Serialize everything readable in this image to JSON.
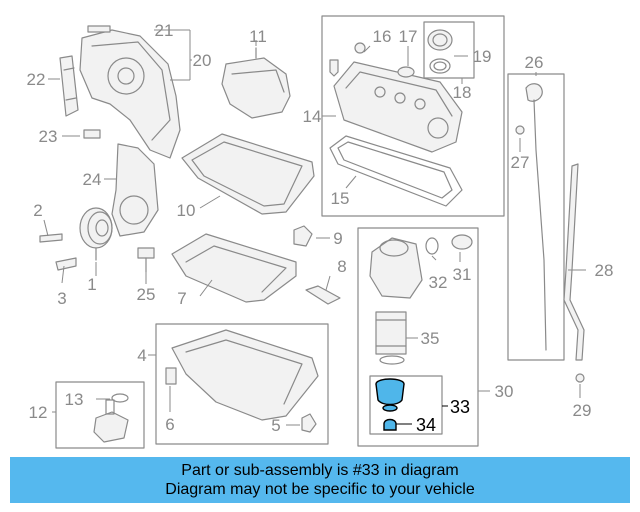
{
  "diagram": {
    "colors": {
      "line": "#8a8a8a",
      "part_fill": "#efefef",
      "highlight_fill": "#4fb6ea",
      "highlight_line": "#000000"
    },
    "callouts": [
      "1",
      "2",
      "3",
      "4",
      "5",
      "6",
      "7",
      "8",
      "9",
      "10",
      "11",
      "12",
      "13",
      "14",
      "15",
      "16",
      "17",
      "18",
      "19",
      "20",
      "21",
      "22",
      "23",
      "24",
      "25",
      "26",
      "27",
      "28",
      "29",
      "30",
      "31",
      "32",
      "33",
      "34",
      "35"
    ],
    "highlighted_part": "33"
  },
  "banner": {
    "line1": "Part or sub-assembly is #33 in diagram",
    "line2": "Diagram may not be specific to your vehicle",
    "background": "#55b8ee"
  }
}
